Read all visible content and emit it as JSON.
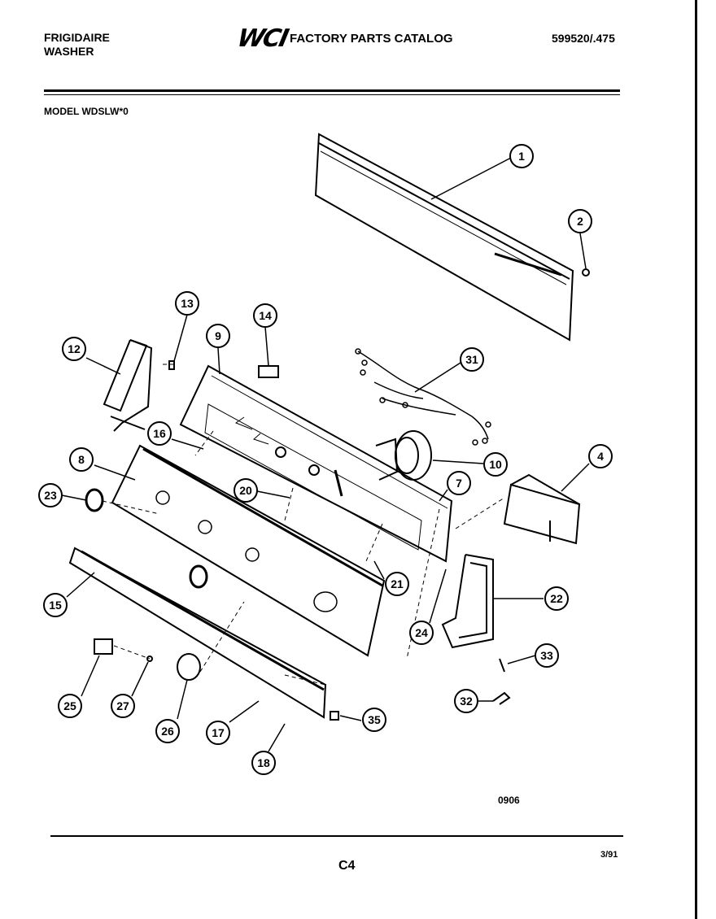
{
  "header": {
    "brand_line1": "FRIGIDAIRE",
    "brand_line2": "WASHER",
    "logo": "WCI",
    "catalog_title": "FACTORY PARTS CATALOG",
    "part_number": "599520/.475",
    "model": "MODEL WDSLW*0"
  },
  "footer": {
    "drawing_number": "0906",
    "page_code": "C4",
    "date": "3/91"
  },
  "callouts": [
    {
      "label": "1"
    },
    {
      "label": "2"
    },
    {
      "label": "13"
    },
    {
      "label": "14"
    },
    {
      "label": "9"
    },
    {
      "label": "12"
    },
    {
      "label": "31"
    },
    {
      "label": "16"
    },
    {
      "label": "10"
    },
    {
      "label": "4"
    },
    {
      "label": "8"
    },
    {
      "label": "7"
    },
    {
      "label": "20"
    },
    {
      "label": "23"
    },
    {
      "label": "21"
    },
    {
      "label": "22"
    },
    {
      "label": "15"
    },
    {
      "label": "24"
    },
    {
      "label": "33"
    },
    {
      "label": "25"
    },
    {
      "label": "27"
    },
    {
      "label": "26"
    },
    {
      "label": "17"
    },
    {
      "label": "35"
    },
    {
      "label": "32"
    },
    {
      "label": "18"
    }
  ]
}
